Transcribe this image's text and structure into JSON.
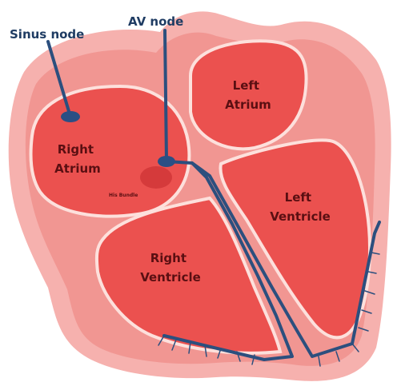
{
  "labels": {
    "sinus_node": "Sinus node",
    "av_node": "AV node",
    "left_atrium_1": "Left",
    "left_atrium_2": "Atrium",
    "right_atrium_1": "Right",
    "right_atrium_2": "Atrium",
    "his_bundle": "His Bundle",
    "left_ventricle_1": "Left",
    "left_ventricle_2": "Ventricle",
    "right_ventricle_1": "Right",
    "right_ventricle_2": "Ventricle"
  },
  "colors": {
    "outer_tissue": "#f6b1ae",
    "wall": "#f19692",
    "outline": "#fde0dc",
    "chamber": "#eb514f",
    "conduction": "#2c4f7e",
    "node": "#2b4f84",
    "his_bundle": "#c2282b",
    "label_text": "#5a0f12",
    "callout_text": "#1f3c63"
  }
}
